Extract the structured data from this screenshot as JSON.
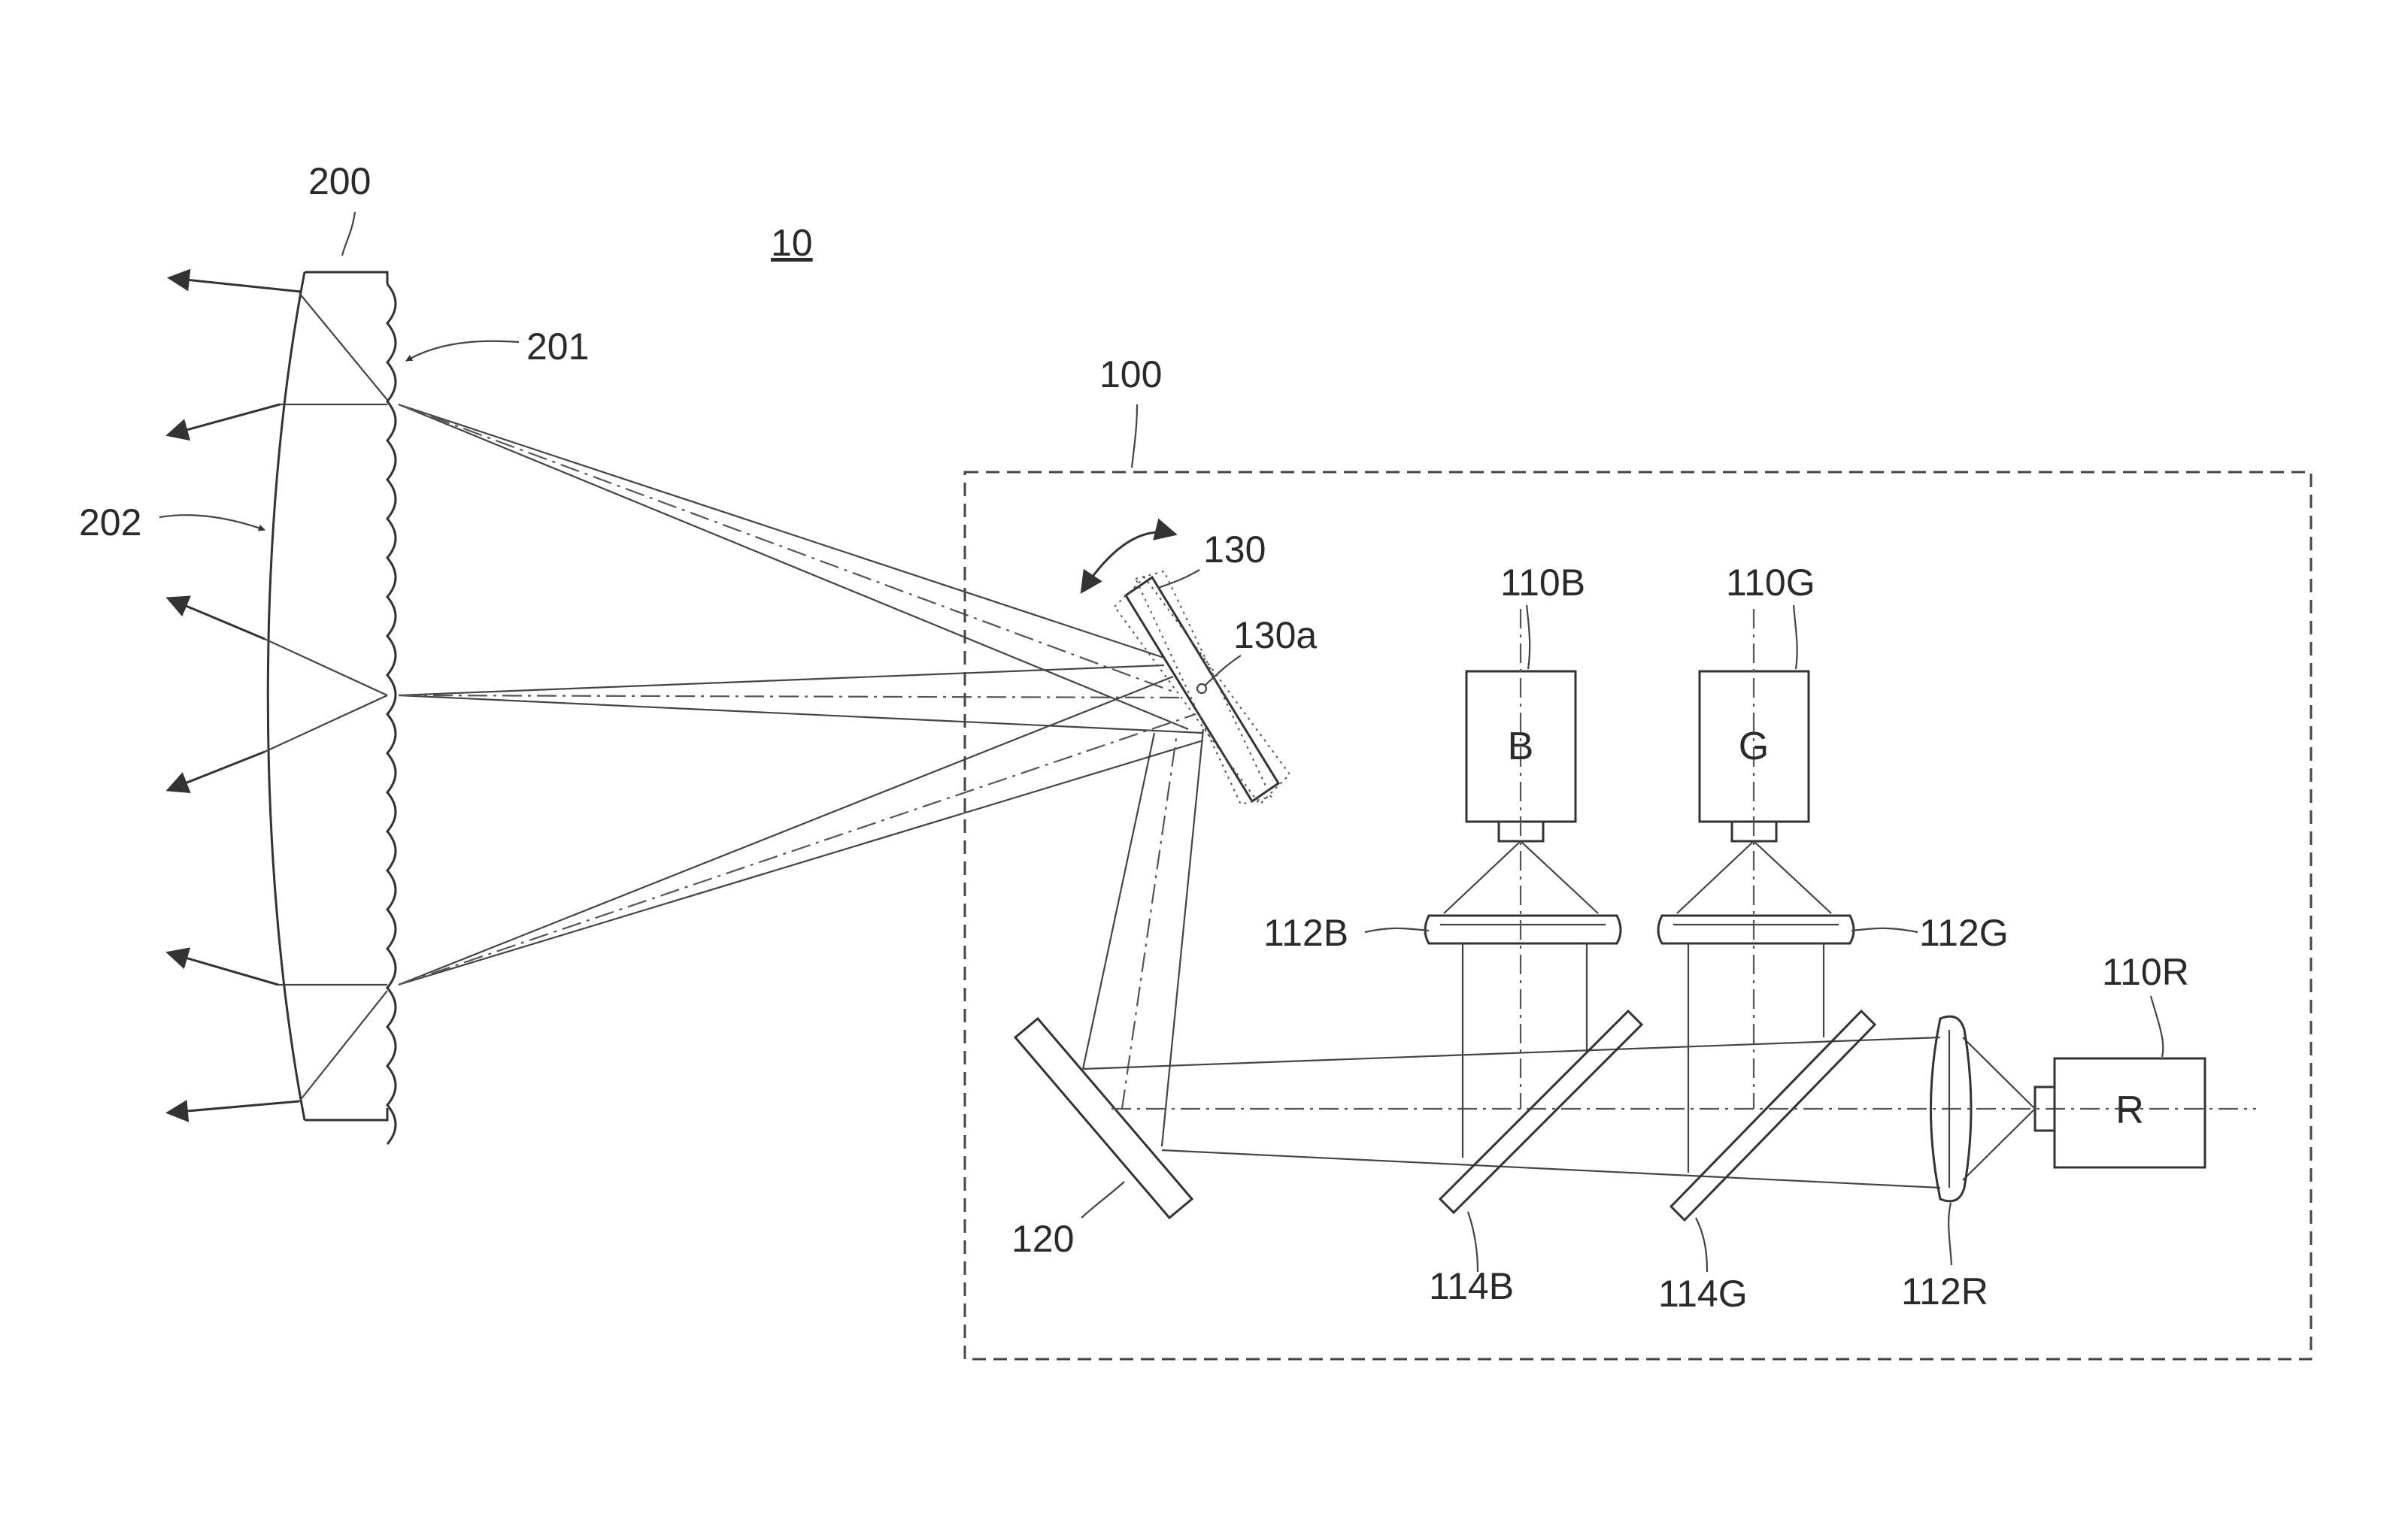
{
  "labels": {
    "system": "10",
    "screen": "200",
    "microlens": "201",
    "lens_surface": "202",
    "module": "100",
    "scanner": "130",
    "scanner_pivot": "130a",
    "mirror": "120",
    "source_b": "110B",
    "source_g": "110G",
    "source_r": "110R",
    "collimator_b": "112B",
    "collimator_g": "112G",
    "collimator_r": "112R",
    "dichroic_b": "114B",
    "dichroic_g": "114G"
  },
  "sources": {
    "b_letter": "B",
    "g_letter": "G",
    "r_letter": "R"
  }
}
